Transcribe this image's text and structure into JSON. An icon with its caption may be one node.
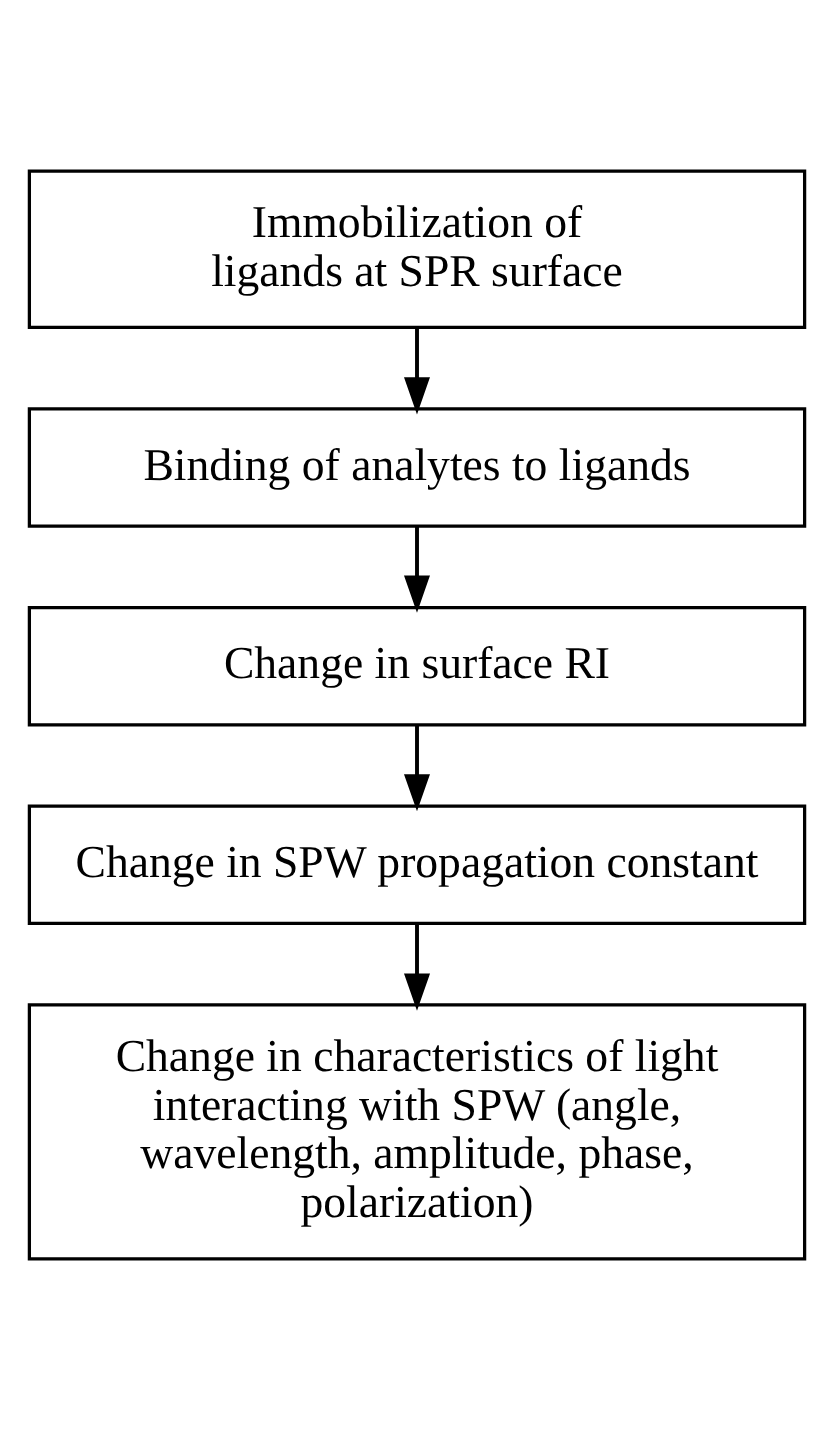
{
  "diagram": {
    "nodes": [
      {
        "text": [
          "Immobilization of ligands at SPR surface"
        ]
      },
      {
        "text": [
          "Binding of analytes to ligands"
        ]
      },
      {
        "text": [
          "Change in surface RI"
        ]
      },
      {
        "text": [
          "Change in SPW propagation constant"
        ]
      },
      {
        "text": [
          "Change in characteristics of light interacting with SPW (angle, wavelength, amplitude, phase, polarization)"
        ]
      }
    ],
    "edges": [
      {
        "from": 0,
        "to": 1,
        "arrow": "to"
      },
      {
        "from": 1,
        "to": 2,
        "arrow": "to"
      },
      {
        "from": 2,
        "to": 3,
        "arrow": "to"
      },
      {
        "from": 3,
        "to": 4,
        "arrow": "to"
      }
    ]
  }
}
